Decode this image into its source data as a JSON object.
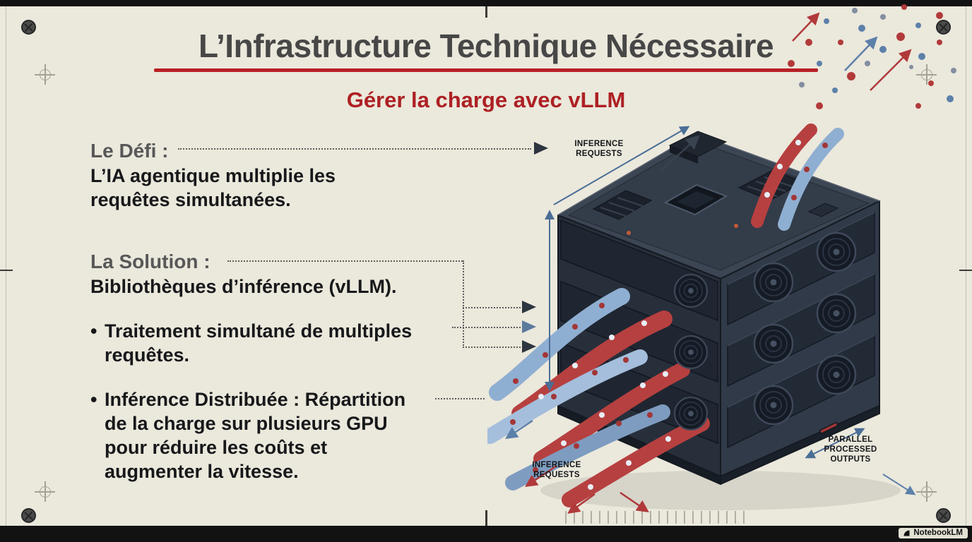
{
  "page": {
    "background": "#ebe8dc",
    "accent_red": "#b82126",
    "text_dark": "#17181a",
    "text_gray": "#585858",
    "steel_blue": "#4a6e96"
  },
  "header": {
    "title": "L’Infrastructure Technique Nécessaire",
    "subtitle": "Gérer la charge avec vLLM"
  },
  "content": {
    "bullet_char": "•",
    "defi": {
      "label": "Le Défi :",
      "lines": [
        "L’IA agentique multiplie les",
        "requêtes simultanées."
      ]
    },
    "solution": {
      "label": "La Solution :",
      "lines": [
        "Bibliothèques d’inférence (vLLM)."
      ]
    },
    "bullets": [
      {
        "lines": [
          "Traitement simultané de multiples",
          "requêtes."
        ]
      },
      {
        "lines": [
          "Inférence Distribuée : Répartition",
          "de la charge sur plusieurs GPU",
          "pour réduire les coûts et",
          "augmenter la vitesse."
        ]
      }
    ]
  },
  "diagram": {
    "label_inference_top": "INFERENCE REQUESTS",
    "label_inference_bottom": "INFERENCE REQUESTS",
    "label_outputs": "PARALLEL PROCESSED OUTPUTS"
  },
  "footer": {
    "watermark": "NotebookLM"
  }
}
